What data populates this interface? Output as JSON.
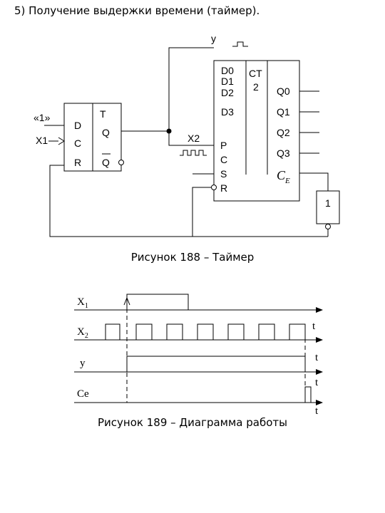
{
  "heading": "5) Получение выдержки времени (таймер).",
  "figure1": {
    "caption": "Рисунок 188 – Таймер",
    "trigger": {
      "in_one": "«1»",
      "in_x1": "X1",
      "label_t": "T",
      "pin_d": "D",
      "pin_c": "C",
      "pin_r": "R",
      "pin_q": "Q",
      "pin_qbar": "Q"
    },
    "counter": {
      "title": "CT",
      "modulus": "2",
      "inputs": [
        "D0",
        "D1",
        "D2",
        "D3"
      ],
      "outputs": [
        "Q0",
        "Q1",
        "Q2",
        "Q3"
      ],
      "pin_p": "P",
      "pin_c": "C",
      "pin_s": "S",
      "pin_r": "R",
      "ce": "C",
      "ce_sub": "E"
    },
    "signal_y": "y",
    "signal_x2": "X2",
    "inverter": "1"
  },
  "figure2": {
    "caption": "Рисунок 189 – Диаграмма работы",
    "rows": [
      {
        "label": "X",
        "sub": "1",
        "axis": ""
      },
      {
        "label": "X",
        "sub": "2",
        "axis": "t"
      },
      {
        "label": "y",
        "sub": "",
        "axis": "t"
      },
      {
        "label": "Ce",
        "sub": "",
        "axis": "t"
      }
    ],
    "last_axis": "t"
  }
}
